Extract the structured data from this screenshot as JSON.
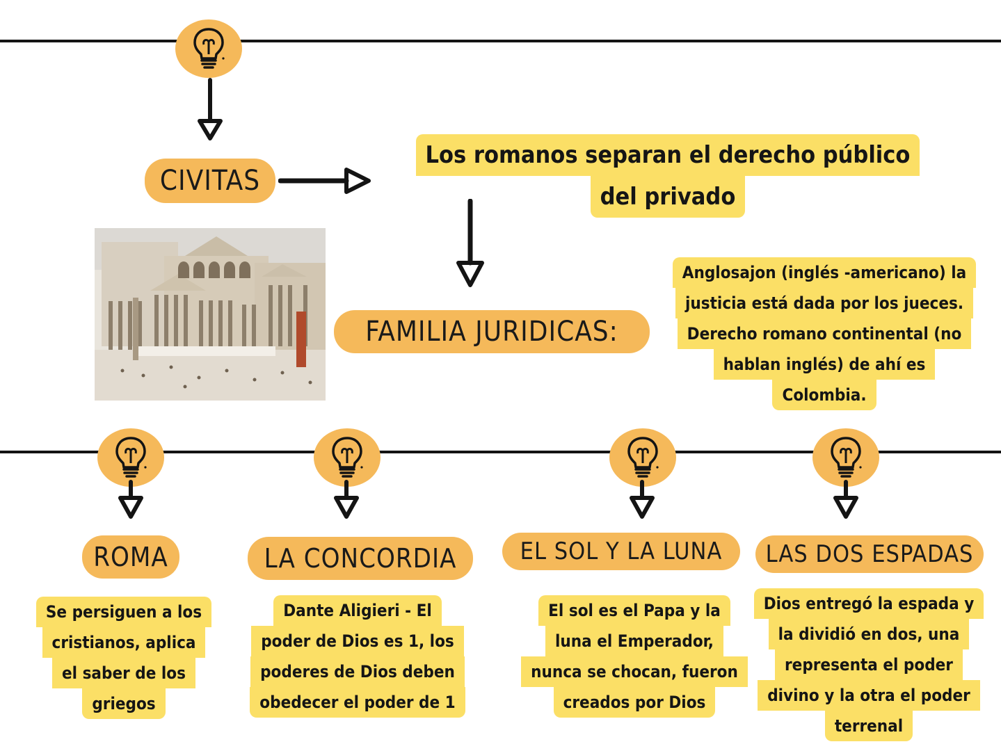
{
  "colors": {
    "pill": "#f5b95a",
    "box": "#fbdf66",
    "ink": "#141414"
  },
  "top": {
    "icon": "lightbulb-icon",
    "civitas": "CIVITAS",
    "romanos_lines": [
      "Los romanos separan el derecho público",
      "del privado"
    ],
    "familia": "FAMILIA JURIDICAS:",
    "anglo_lines": [
      "Anglosajon (inglés -americano) la",
      "justicia está dada por los jueces.",
      "Derecho romano continental (no",
      "hablan inglés) de ahí es",
      "Colombia."
    ],
    "image": "roman-forum-illustration"
  },
  "columns": [
    {
      "title": "ROMA",
      "icon": "lightbulb-icon",
      "lines": [
        "Se persiguen a los",
        "cristianos, aplica",
        "el saber de los",
        "griegos"
      ]
    },
    {
      "title": "LA CONCORDIA",
      "icon": "lightbulb-icon",
      "lines": [
        "Dante Aligieri - El",
        "poder de Dios es 1, los",
        "poderes de Dios deben",
        "obedecer el poder de 1"
      ]
    },
    {
      "title": "EL SOL Y LA LUNA",
      "icon": "lightbulb-icon",
      "lines": [
        "El sol es el Papa y la",
        "luna el Emperador,",
        "nunca se chocan, fueron",
        "creados por Dios"
      ]
    },
    {
      "title": "LAS DOS ESPADAS",
      "icon": "lightbulb-icon",
      "lines": [
        "Dios entregó la espada y",
        "la dividió en dos, una",
        "representa el poder",
        "divino y la otra el poder",
        "terrenal"
      ]
    }
  ]
}
